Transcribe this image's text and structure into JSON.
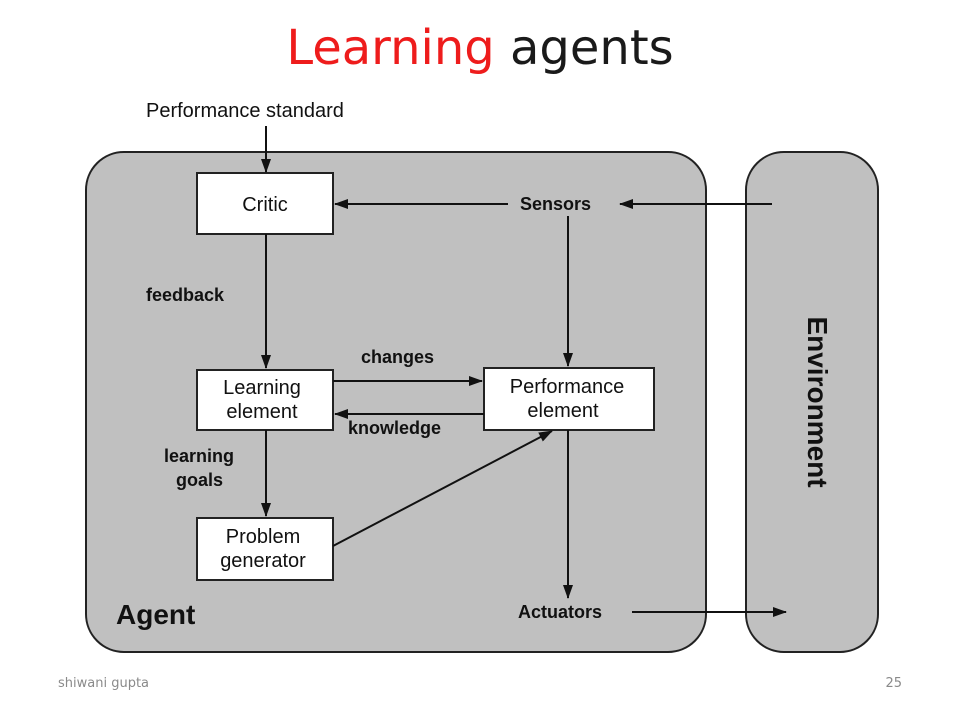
{
  "slide": {
    "title_accent": "Learning",
    "title_rest": "agents",
    "footer_author": "shiwani gupta",
    "page_number": "25"
  },
  "diagram": {
    "performance_standard": "Performance standard",
    "agent_label": "Agent",
    "environment_label": "Environment",
    "boxes": {
      "critic": [
        "Critic"
      ],
      "learning_element": [
        "Learning",
        "element"
      ],
      "performance_element": [
        "Performance",
        "element"
      ],
      "problem_generator": [
        "Problem",
        "generator"
      ]
    },
    "labels": {
      "sensors": "Sensors",
      "actuators": "Actuators",
      "feedback": "feedback",
      "changes": "changes",
      "knowledge": "knowledge",
      "learning_goals": [
        "learning",
        "goals"
      ]
    },
    "colors": {
      "panel": "#c0c0c0",
      "box": "#ffffff",
      "accent": "#ee1c1c"
    }
  }
}
